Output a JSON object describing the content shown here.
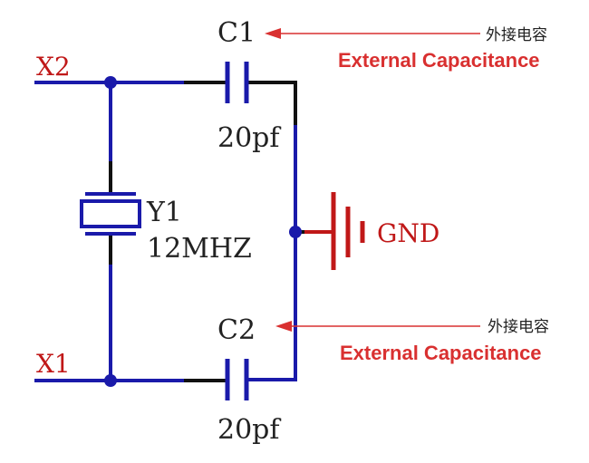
{
  "colors": {
    "wire": "#1a1aaa",
    "lead": "#111111",
    "ground": "#c01818",
    "label": "#222222",
    "net_label": "#c01818",
    "annotation": "#d93030"
  },
  "nets": {
    "x2": "X2",
    "x1": "X1",
    "gnd": "GND"
  },
  "components": {
    "c1": {
      "ref": "C1",
      "value": "20pf"
    },
    "c2": {
      "ref": "C2",
      "value": "20pf"
    },
    "y1": {
      "ref": "Y1",
      "value": "12MHZ"
    }
  },
  "annotations": {
    "top": {
      "chinese": "外接电容",
      "english": "External Capacitance"
    },
    "bottom": {
      "chinese": "外接电容",
      "english": "External Capacitance"
    }
  }
}
